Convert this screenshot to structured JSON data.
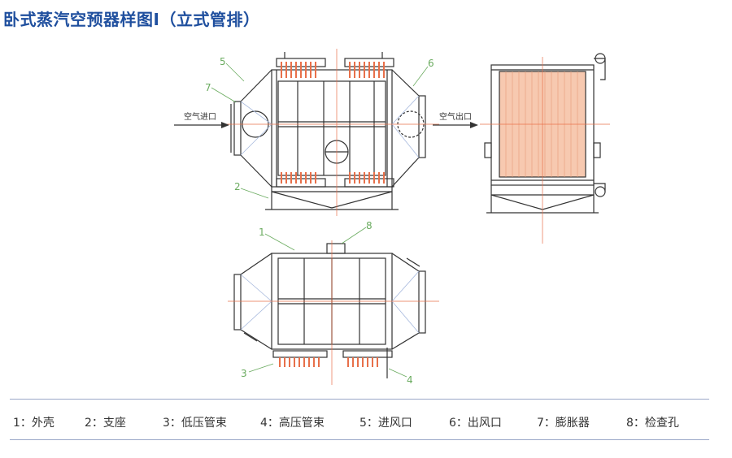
{
  "title": "卧式蒸汽空预器样图I（立式管排）",
  "air_inlet_label": "空气进口",
  "air_outlet_label": "空气出口",
  "callouts": [
    "1",
    "2",
    "3",
    "4",
    "5",
    "6",
    "7",
    "8"
  ],
  "legend": [
    "1：外壳",
    "2：支座",
    "3：低压管束",
    "4：高压管束",
    "5：进风口",
    "6：出风口",
    "7：膨胀器",
    "8：检查孔"
  ],
  "colors": {
    "title": "#1f4f9e",
    "line": "#333333",
    "centerline": "#e8704a",
    "callout": "#6aab5f",
    "diagonal": "#a7b9dd",
    "tubes": "#f7c9b0"
  }
}
